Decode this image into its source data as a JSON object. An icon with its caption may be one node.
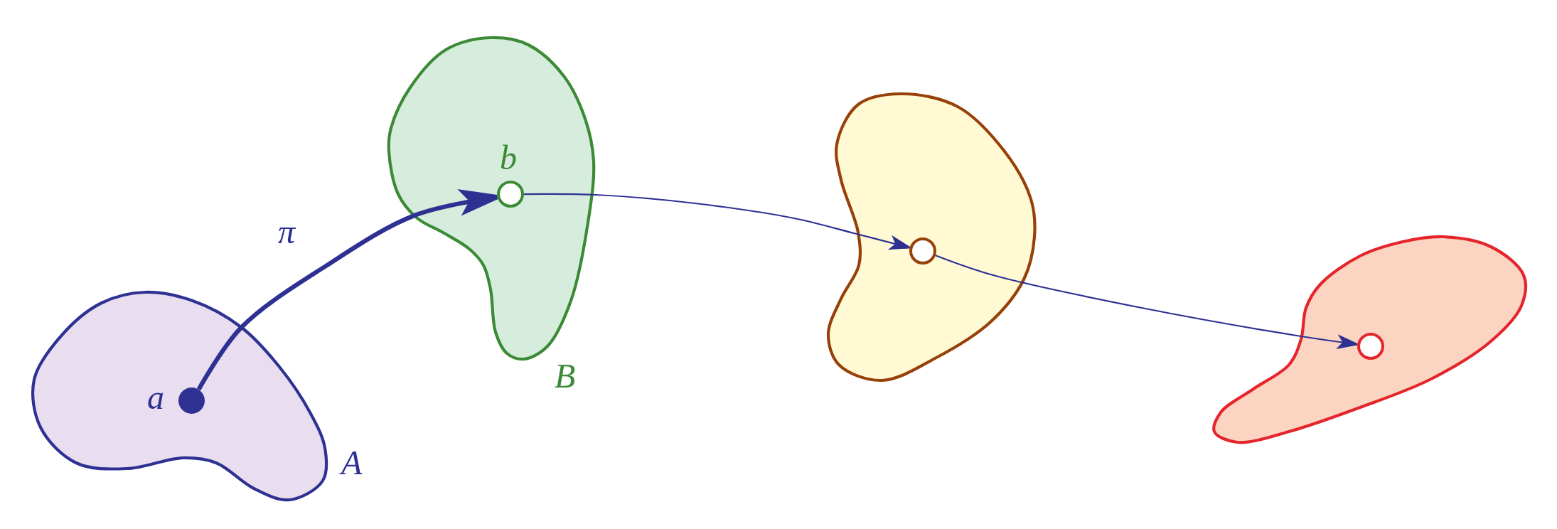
{
  "diagram": {
    "nodes": [
      {
        "text": [
          "A"
        ]
      },
      {
        "text": [],
        "shape": "circle",
        "beside": [
          "a"
        ],
        "in": 0
      },
      {
        "text": [
          "B"
        ]
      },
      {
        "text": [],
        "shape": "circle",
        "beside": [
          "b"
        ],
        "in": 2
      },
      {
        "text": [],
        "shape": "blob"
      },
      {
        "text": [],
        "shape": "circle",
        "in": 4
      },
      {
        "text": [],
        "shape": "blob"
      },
      {
        "text": [],
        "shape": "circle",
        "in": 6
      }
    ],
    "edges": [
      {
        "from": 1,
        "to": 3,
        "arrow": "to",
        "label": "π",
        "style": "thick"
      },
      {
        "from": 3,
        "to": 5,
        "arrow": "to"
      },
      {
        "from": 5,
        "to": 7,
        "arrow": "to"
      }
    ]
  }
}
